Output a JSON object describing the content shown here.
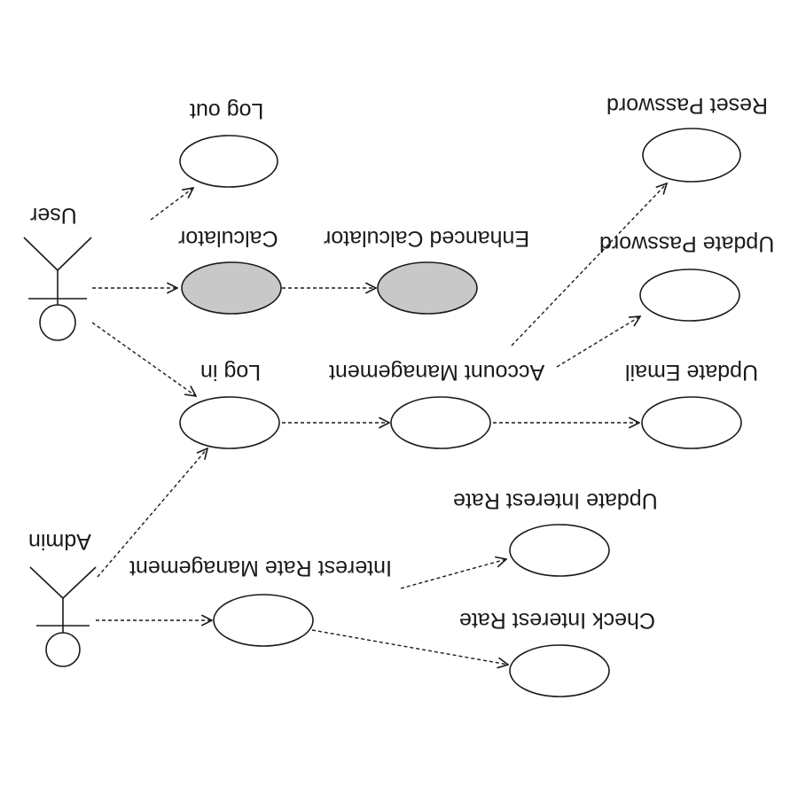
{
  "actors": [
    {
      "id": "user",
      "label": "User"
    },
    {
      "id": "admin",
      "label": "Admin"
    }
  ],
  "use_cases": [
    {
      "id": "log-out",
      "label": "Log out",
      "shaded": false
    },
    {
      "id": "calculator",
      "label": "Calculator",
      "shaded": true
    },
    {
      "id": "enhanced-calculator",
      "label": "Enhanced Calculator",
      "shaded": true
    },
    {
      "id": "reset-password",
      "label": "Reset Password",
      "shaded": false
    },
    {
      "id": "update-password",
      "label": "Update Password",
      "shaded": false
    },
    {
      "id": "log-in",
      "label": "Log in",
      "shaded": false
    },
    {
      "id": "account-management",
      "label": "Account Management",
      "shaded": false
    },
    {
      "id": "update-email",
      "label": "Update Email",
      "shaded": false
    },
    {
      "id": "update-interest-rate",
      "label": "Update Interest Rate",
      "shaded": false
    },
    {
      "id": "interest-rate-management",
      "label": "Interest Rate Management",
      "shaded": false
    },
    {
      "id": "check-interest-rate",
      "label": "Check Interest Rate",
      "shaded": false
    }
  ],
  "relationships": [
    {
      "from": "user",
      "to": "log-out"
    },
    {
      "from": "user",
      "to": "calculator"
    },
    {
      "from": "calculator",
      "to": "enhanced-calculator"
    },
    {
      "from": "user",
      "to": "log-in"
    },
    {
      "from": "log-in",
      "to": "account-management"
    },
    {
      "from": "account-management",
      "to": "update-email"
    },
    {
      "from": "account-management",
      "to": "update-password"
    },
    {
      "from": "account-management",
      "to": "reset-password"
    },
    {
      "from": "admin",
      "to": "log-in"
    },
    {
      "from": "admin",
      "to": "interest-rate-management"
    },
    {
      "from": "interest-rate-management",
      "to": "update-interest-rate"
    },
    {
      "from": "interest-rate-management",
      "to": "check-interest-rate"
    }
  ],
  "colors": {
    "line": "#1a1a1a",
    "shaded_fill": "#c8c8c8",
    "plain_fill": "#ffffff",
    "background": "#ffffff"
  },
  "orientation": "rotated 180 degrees"
}
